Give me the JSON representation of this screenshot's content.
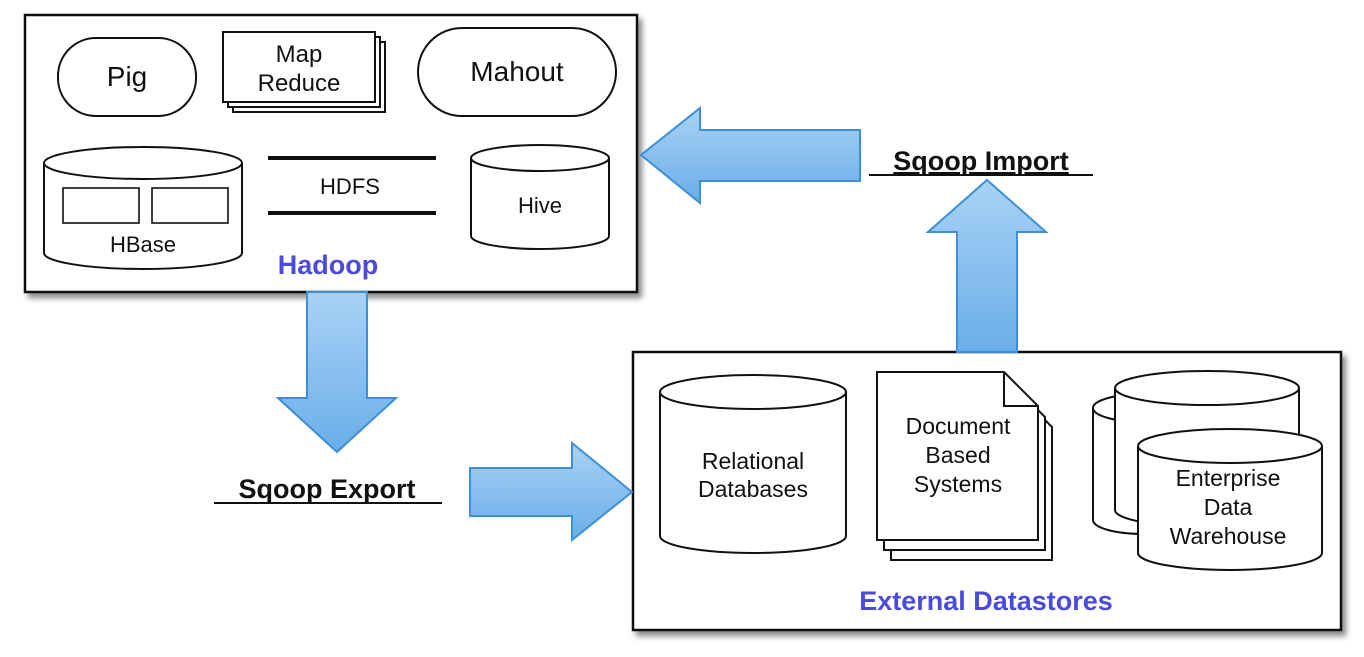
{
  "hadoop": {
    "label": "Hadoop",
    "components": {
      "pig": "Pig",
      "mapreduce_line1": "Map",
      "mapreduce_line2": "Reduce",
      "mahout": "Mahout",
      "hbase": "HBase",
      "hdfs": "HDFS",
      "hive": "Hive"
    }
  },
  "external": {
    "label": "External Datastores",
    "relational_line1": "Relational",
    "relational_line2": "Databases",
    "document_line1": "Document",
    "document_line2": "Based",
    "document_line3": "Systems",
    "warehouse_line1": "Enterprise",
    "warehouse_line2": "Data",
    "warehouse_line3": "Warehouse"
  },
  "flows": {
    "import_label": "Sqoop Import",
    "export_label": "Sqoop Export"
  },
  "colors": {
    "arrow_fill": "#7fbbee",
    "arrow_stroke": "#3d8fd6",
    "caption_blue": "#4a4adb",
    "line": "#111111"
  }
}
